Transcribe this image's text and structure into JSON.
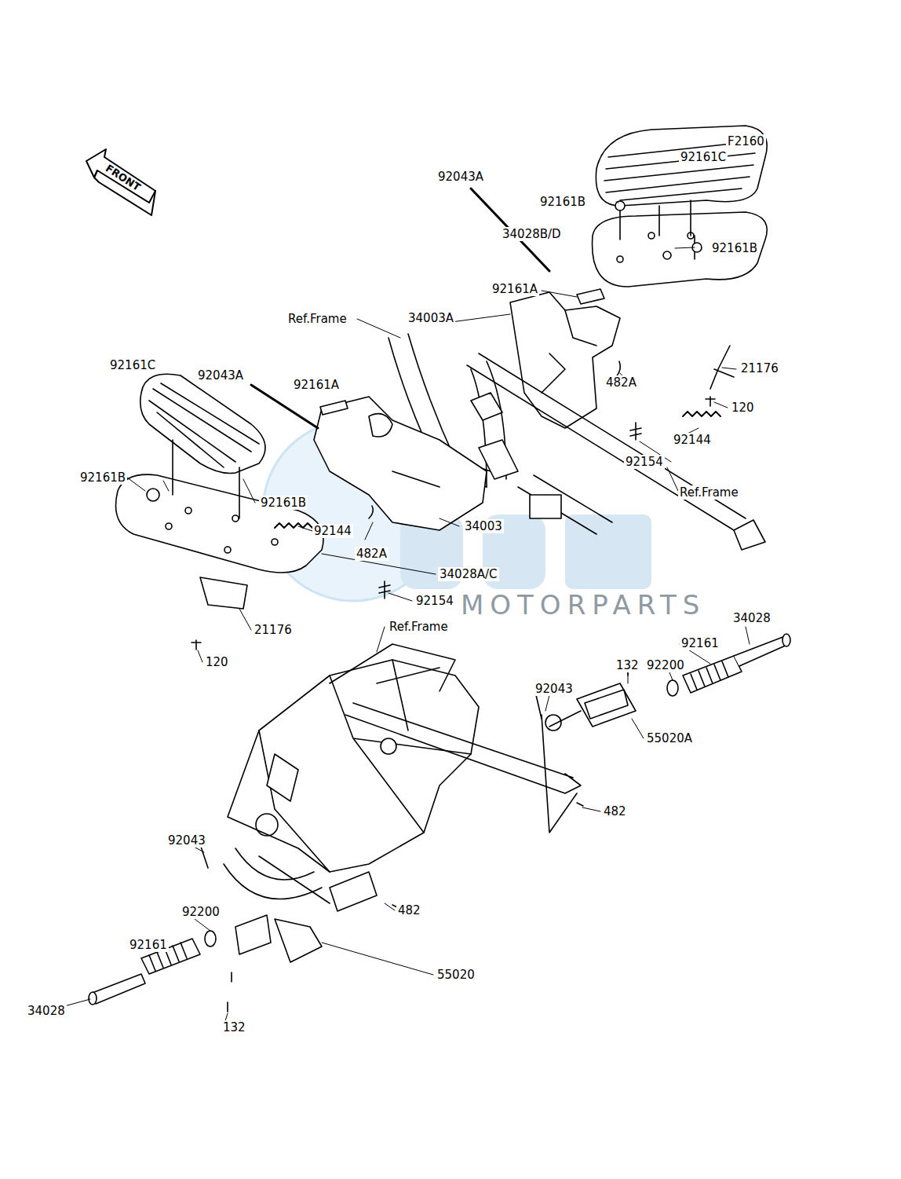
{
  "diagram": {
    "labels": [
      "F2160",
      "FRONT",
      "92161C",
      "92043A",
      "92161B",
      "34028B/D",
      "92161B",
      "92161A",
      "Ref.Frame",
      "34003A",
      "21176",
      "482A",
      "120",
      "92144",
      "92154",
      "Ref.Frame",
      "92161C",
      "92043A",
      "92161A",
      "92161B",
      "92161B",
      "92144",
      "482A",
      "34003",
      "34028A/C",
      "92154",
      "21176",
      "120",
      "Ref.Frame",
      "34028",
      "92161",
      "92200",
      "132",
      "92043",
      "55020A",
      "482",
      "92043",
      "482",
      "92200",
      "92161",
      "55020",
      "34028",
      "132",
      "MOTORPARTS"
    ]
  }
}
